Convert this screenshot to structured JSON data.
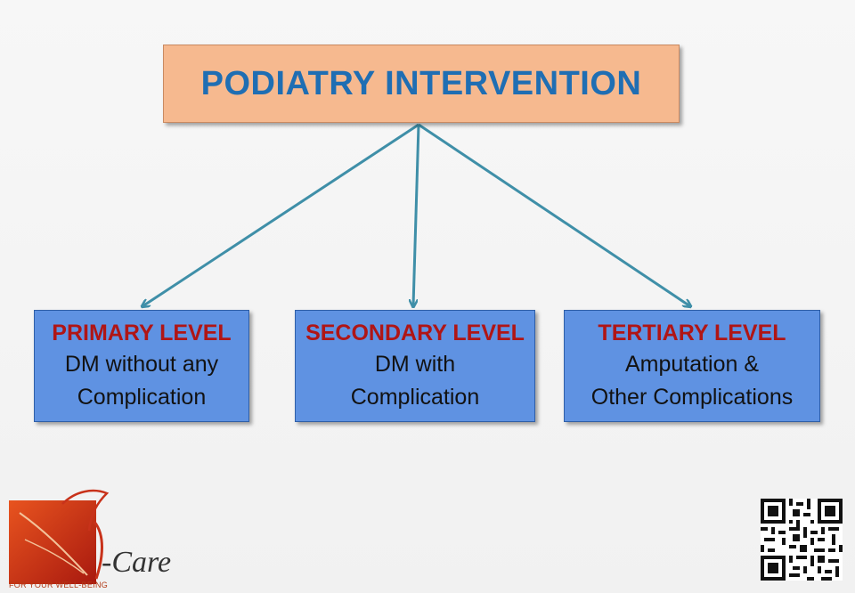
{
  "root": {
    "title": "PODIATRY INTERVENTION"
  },
  "levels": [
    {
      "title": "PRIMARY LEVEL",
      "line1": "DM without any",
      "line2": "Complication"
    },
    {
      "title": "SECONDARY LEVEL",
      "line1": "DM with",
      "line2": "Complication"
    },
    {
      "title": "TERTIARY LEVEL",
      "line1": "Amputation &",
      "line2": "Other Complications"
    }
  ],
  "logo": {
    "brand": "V-Care",
    "tagline": "For Your Well-Being"
  },
  "colors": {
    "root_fill": "#f6b98f",
    "root_text": "#1f6eb3",
    "level_fill": "#5f92e2",
    "level_title": "#b01515",
    "arrow": "#3f8fa8",
    "logo_red": "#c8321a"
  },
  "icons": [
    "v-care-logo-icon",
    "qr-code-icon"
  ]
}
